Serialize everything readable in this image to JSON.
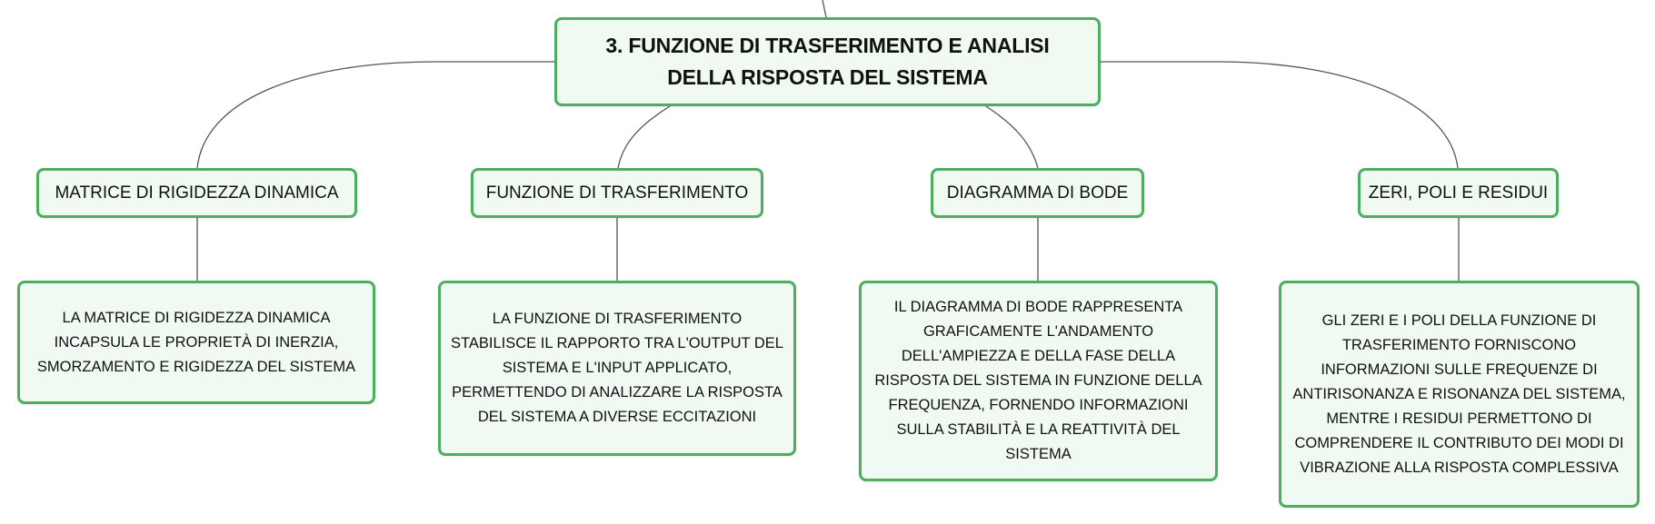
{
  "root": {
    "label": "3. FUNZIONE DI TRASFERIMENTO E ANALISI DELLA RISPOSTA DEL SISTEMA"
  },
  "branches": [
    {
      "label": "MATRICE DI RIGIDEZZA DINAMICA",
      "detail": "LA MATRICE DI RIGIDEZZA DINAMICA INCAPSULA LE PROPRIETÀ DI INERZIA, SMORZAMENTO E RIGIDEZZA DEL SISTEMA"
    },
    {
      "label": "FUNZIONE DI TRASFERIMENTO",
      "detail": "LA FUNZIONE DI TRASFERIMENTO STABILISCE IL RAPPORTO TRA L'OUTPUT DEL SISTEMA E L'INPUT APPLICATO, PERMETTENDO DI ANALIZZARE LA RISPOSTA DEL SISTEMA A DIVERSE ECCITAZIONI"
    },
    {
      "label": "DIAGRAMMA DI BODE",
      "detail": "IL DIAGRAMMA DI BODE RAPPRESENTA GRAFICAMENTE L'ANDAMENTO DELL'AMPIEZZA E DELLA FASE DELLA RISPOSTA DEL SISTEMA IN FUNZIONE DELLA FREQUENZA, FORNENDO INFORMAZIONI SULLA STABILITÀ E LA REATTIVITÀ DEL SISTEMA"
    },
    {
      "label": "ZERI, POLI E RESIDUI",
      "detail": "GLI ZERI E I POLI DELLA FUNZIONE DI TRASFERIMENTO FORNISCONO INFORMAZIONI SULLE FREQUENZE DI ANTIRISONANZA E RISONANZA DEL SISTEMA, MENTRE I RESIDUI PERMETTONO DI COMPRENDERE IL CONTRIBUTO DEI MODI DI VIBRAZIONE ALLA RISPOSTA COMPLESSIVA"
    }
  ],
  "colors": {
    "node_border": "#4caf60",
    "node_fill": "#f1f9f3",
    "connector": "#555555",
    "text": "#111111"
  }
}
